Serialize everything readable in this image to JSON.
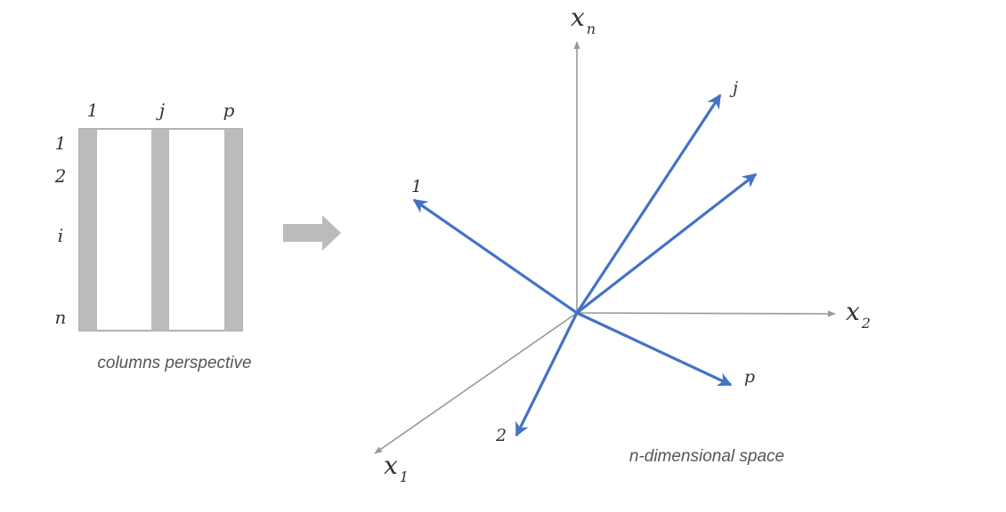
{
  "matrix": {
    "column_labels": [
      "1",
      "j",
      "p"
    ],
    "row_labels": [
      "1",
      "2",
      "i",
      "n"
    ],
    "caption": "columns perspective",
    "stripe_color": "#bbbbbb",
    "border_color": "#999999"
  },
  "transition": {
    "icon": "right-arrow-icon",
    "color": "#bbbbbb"
  },
  "space": {
    "caption": "n-dimensional space",
    "axis_color": "#999999",
    "vector_color": "#4472c4",
    "axes": [
      {
        "id": "xn",
        "label": "x",
        "subscript": "n"
      },
      {
        "id": "x2",
        "label": "x",
        "subscript": "2"
      },
      {
        "id": "x1",
        "label": "x",
        "subscript": "1"
      }
    ],
    "vectors": [
      {
        "id": "j",
        "label": "j"
      },
      {
        "id": "unlabeled",
        "label": ""
      },
      {
        "id": "one",
        "label": "1"
      },
      {
        "id": "p",
        "label": "p"
      },
      {
        "id": "two",
        "label": "2"
      }
    ]
  }
}
